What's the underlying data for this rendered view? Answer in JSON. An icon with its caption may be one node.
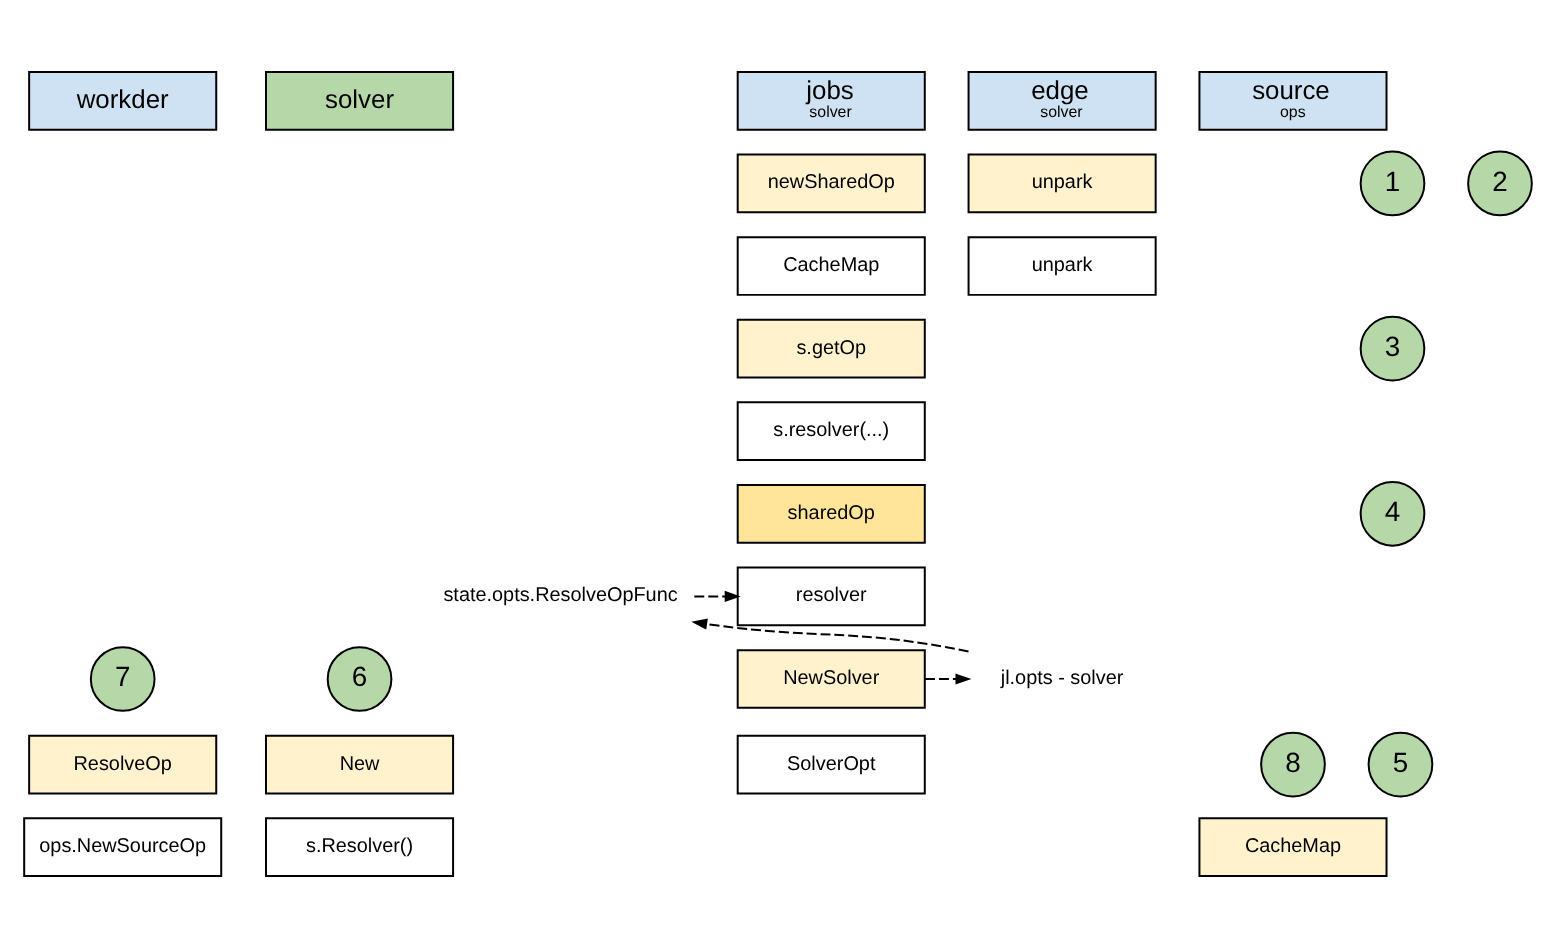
{
  "diagram": {
    "nodes": [
      {
        "text": [
          "workder"
        ]
      },
      {
        "text": [
          "solver"
        ]
      },
      {
        "text": [
          "jobs",
          "solver"
        ]
      },
      {
        "text": [
          "edge",
          "solver"
        ]
      },
      {
        "text": [
          "source",
          "ops"
        ]
      },
      {
        "text": [
          "unpark"
        ]
      },
      {
        "text": [
          "unpark"
        ]
      },
      {
        "text": [
          "1"
        ]
      },
      {
        "text": [
          "newSharedOp"
        ]
      },
      {
        "text": [
          "CacheMap"
        ]
      },
      {
        "text": [
          "2"
        ]
      },
      {
        "text": [
          "s.getOp"
        ]
      },
      {
        "text": [
          "s.resolver(...)"
        ]
      },
      {
        "text": [
          "3"
        ]
      },
      {
        "text": [
          "sharedOp"
        ]
      },
      {
        "text": [
          "resolver"
        ]
      },
      {
        "text": [
          "4"
        ]
      },
      {
        "text": [
          "state.opts.ResolveOpFunc"
        ]
      },
      {
        "text": [
          "7"
        ]
      },
      {
        "text": [
          "6"
        ]
      },
      {
        "text": [
          "8"
        ]
      },
      {
        "text": [
          "ResolveOp"
        ]
      },
      {
        "text": [
          "ops.NewSourceOp"
        ]
      },
      {
        "text": [
          "New"
        ]
      },
      {
        "text": [
          "s.Resolver()"
        ]
      },
      {
        "text": [
          "NewSolver"
        ]
      },
      {
        "text": [
          "jl.opts - solver"
        ]
      },
      {
        "text": [
          "SolverOpt"
        ]
      },
      {
        "text": [
          "5"
        ]
      },
      {
        "text": [
          "CacheMap"
        ]
      }
    ],
    "edges": [
      {
        "from": 17,
        "to": 15,
        "arrow": "to",
        "style": "dashed"
      },
      {
        "from": 26,
        "to": 17,
        "arrow": "to",
        "style": "dashed"
      },
      {
        "from": 25,
        "to": 26,
        "arrow": "to",
        "style": "dashed"
      }
    ]
  }
}
